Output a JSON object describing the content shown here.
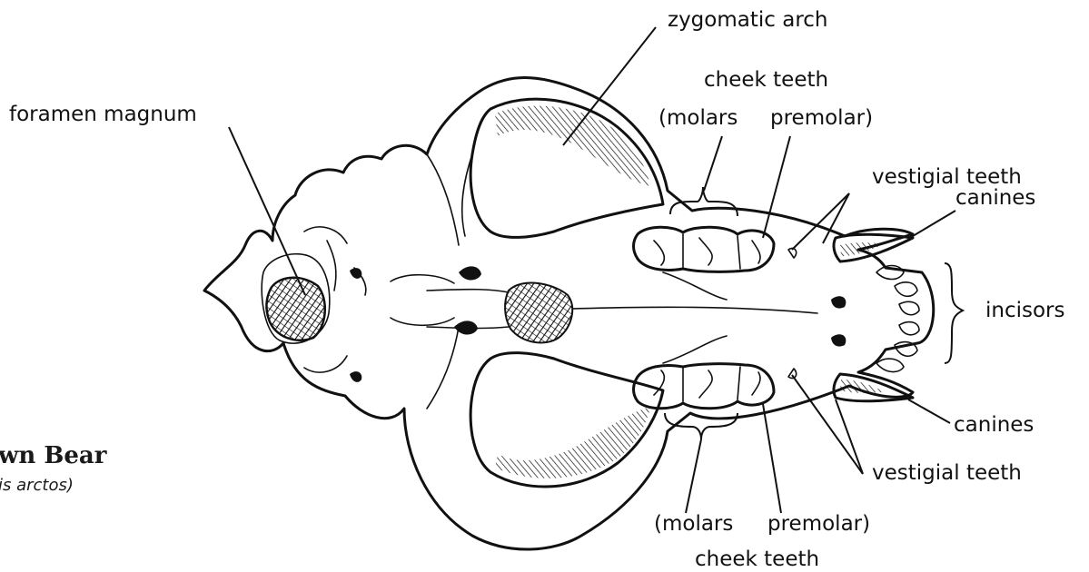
{
  "title": "wn Bear",
  "subtitle": "is arctos)",
  "labels": {
    "zygomatic_arch": "zygomatic arch",
    "cheek_teeth_top": "cheek teeth",
    "molars_top": "(molars",
    "premolar_top": "premolar)",
    "foramen_magnum": "foramen magnum",
    "vestigial_teeth_top": "vestigial teeth",
    "canines_top": "canines",
    "incisors": "incisors",
    "canines_bottom": "canines",
    "vestigial_teeth_bottom": "vestigial teeth",
    "molars_bottom": "(molars",
    "premolar_bottom": "premolar)",
    "cheek_teeth_bottom": "cheek teeth"
  }
}
